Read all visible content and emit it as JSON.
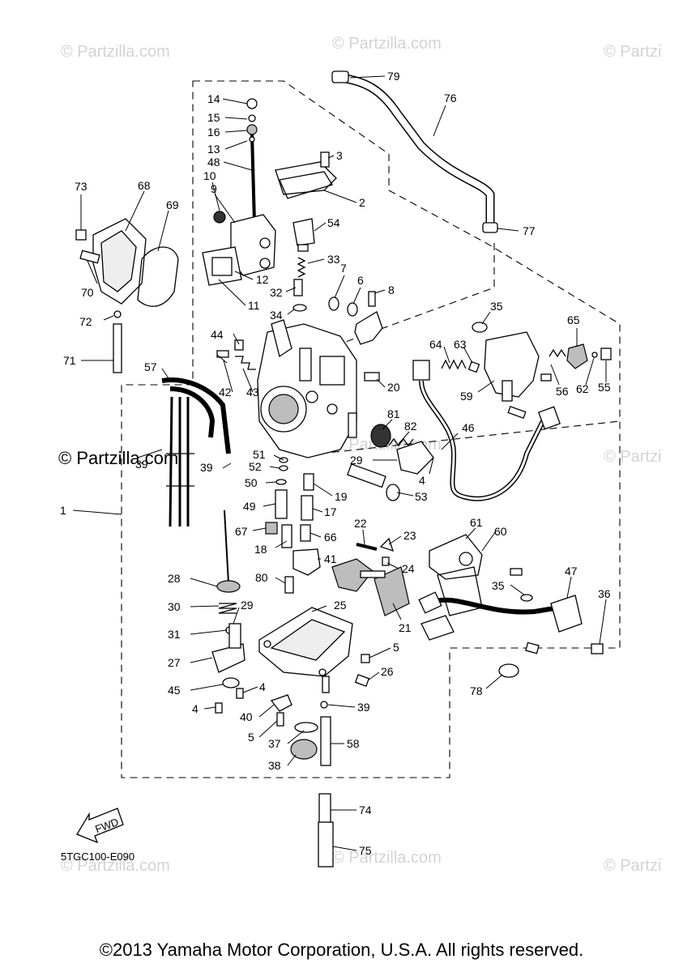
{
  "watermark": {
    "text": "© Partzilla.com",
    "text_cut": "© Partzi"
  },
  "diagram_code": "5TGC100-E090",
  "fwd_label": "FWD",
  "copyright": "©2013 Yamaha Motor Corporation, U.S.A. All rights reserved.",
  "callouts": [
    "1",
    "2",
    "3",
    "4",
    "5",
    "6",
    "7",
    "8",
    "9",
    "10",
    "11",
    "12",
    "13",
    "14",
    "15",
    "16",
    "17",
    "18",
    "19",
    "20",
    "21",
    "22",
    "23",
    "24",
    "25",
    "26",
    "27",
    "28",
    "29",
    "30",
    "31",
    "32",
    "33",
    "34",
    "35",
    "36",
    "37",
    "38",
    "39",
    "40",
    "41",
    "42",
    "43",
    "44",
    "45",
    "46",
    "47",
    "48",
    "49",
    "50",
    "51",
    "52",
    "53",
    "54",
    "55",
    "56",
    "57",
    "58",
    "59",
    "60",
    "61",
    "62",
    "63",
    "64",
    "65",
    "66",
    "67",
    "68",
    "69",
    "70",
    "71",
    "72",
    "73",
    "74",
    "75",
    "76",
    "77",
    "78",
    "79",
    "80",
    "81",
    "82"
  ]
}
